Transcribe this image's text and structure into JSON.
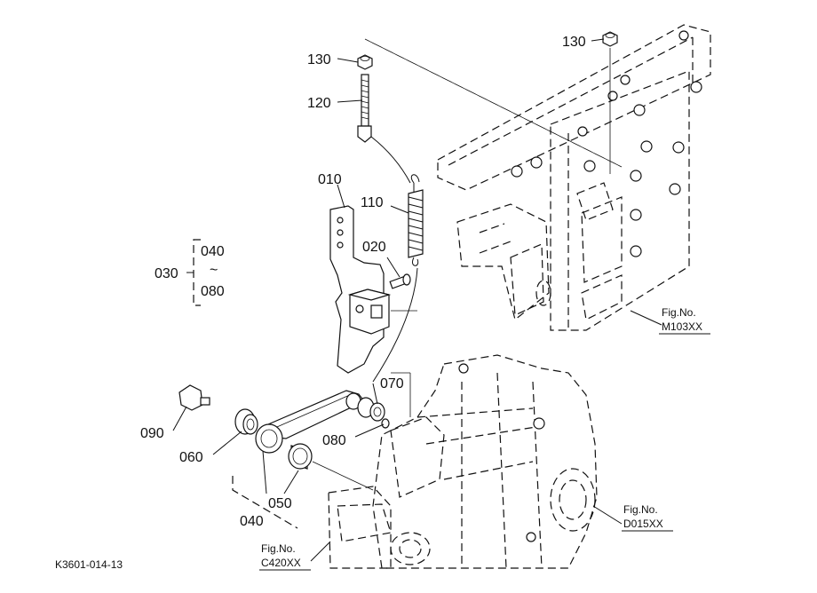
{
  "callouts": {
    "p010": "010",
    "p020": "020",
    "p030": "030",
    "p040_top": "040",
    "tilde": "~",
    "p080_range": "080",
    "p040_bottom": "040",
    "p050": "050",
    "p060": "060",
    "p070": "070",
    "p080": "080",
    "p090": "090",
    "p110": "110",
    "p120": "120",
    "p130_left": "130",
    "p130_right": "130"
  },
  "references": {
    "m103": {
      "title": "Fig.No.",
      "code": "M103XX"
    },
    "d015": {
      "title": "Fig.No.",
      "code": "D015XX"
    },
    "c420": {
      "title": "Fig.No.",
      "code": "C420XX"
    }
  },
  "drawing_code": "K3601-014-13"
}
